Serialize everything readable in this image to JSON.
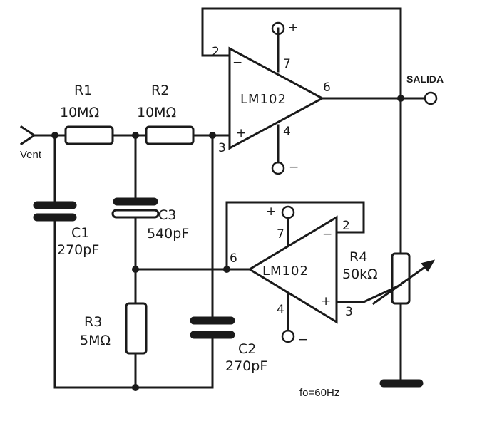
{
  "input": {
    "label": "Vent"
  },
  "output": {
    "label": "SALIDA"
  },
  "r1": {
    "name": "R1",
    "value": "10MΩ"
  },
  "r2": {
    "name": "R2",
    "value": "10MΩ"
  },
  "r3": {
    "name": "R3",
    "value": "5MΩ"
  },
  "r4": {
    "name": "R4",
    "value": "50kΩ"
  },
  "c1": {
    "name": "C1",
    "value": "270pF"
  },
  "c2": {
    "name": "C2",
    "value": "270pF"
  },
  "c3": {
    "name": "C3",
    "value": "540pF"
  },
  "u1": {
    "part": "LM102",
    "pin_inv": "2",
    "pin_noninv": "3",
    "pin_out": "6",
    "pin_vplus": "7",
    "pin_vminus": "4",
    "sign_inv": "−",
    "sign_noninv": "+",
    "supply_plus": "+",
    "supply_minus": "−"
  },
  "u2": {
    "part": "LM102",
    "pin_inv": "2",
    "pin_noninv": "3",
    "pin_out": "6",
    "pin_vplus": "7",
    "pin_vminus": "4",
    "sign_inv": "−",
    "sign_noninv": "+",
    "supply_plus": "+",
    "supply_minus": "−"
  },
  "note": "fo=60Hz"
}
